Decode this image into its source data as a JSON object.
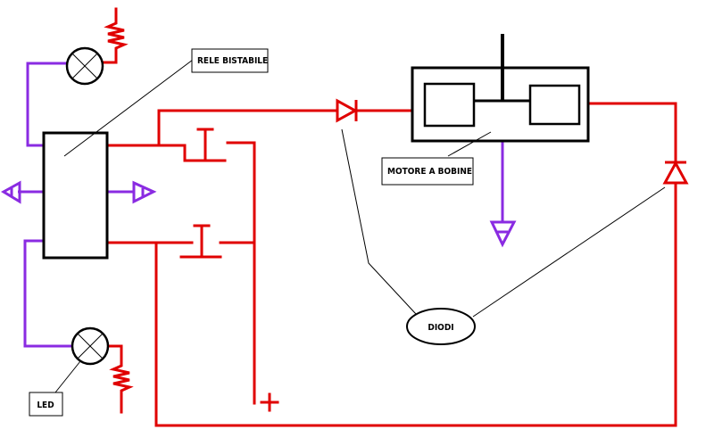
{
  "diagram": {
    "labels": {
      "relay": "RELE BISTABILE",
      "motor": "MOTORE A BOBINE",
      "diodes": "DIODI",
      "led": "LED",
      "plus": "+"
    },
    "colors": {
      "wire_red": "#e00000",
      "wire_purple": "#8a2be2",
      "black": "#000000",
      "background": "#ffffff"
    }
  }
}
